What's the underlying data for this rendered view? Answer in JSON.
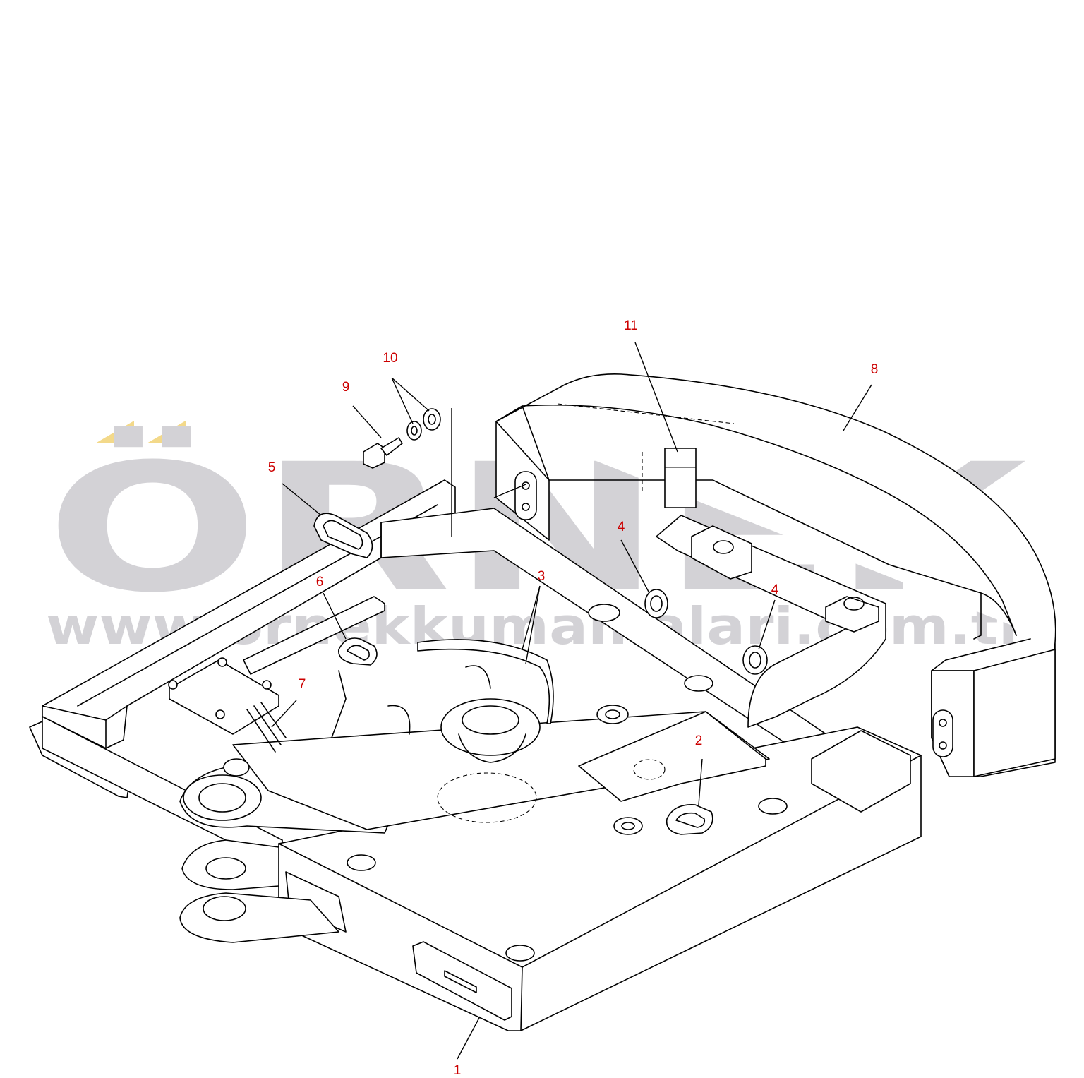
{
  "colors": {
    "callout": "#cc0000",
    "watermark_gray": "#d3d2d6",
    "watermark_accent": "#f3d98a",
    "line": "#000000",
    "background": "#ffffff"
  },
  "watermark": {
    "logo_text": "ÖRNEK",
    "url_text": "www.ornekkumamalari.com.tr"
  },
  "callouts": [
    {
      "id": "c1",
      "label": "1"
    },
    {
      "id": "c2",
      "label": "2"
    },
    {
      "id": "c3",
      "label": "3"
    },
    {
      "id": "c4a",
      "label": "4"
    },
    {
      "id": "c4b",
      "label": "4"
    },
    {
      "id": "c5",
      "label": "5"
    },
    {
      "id": "c6",
      "label": "6"
    },
    {
      "id": "c7",
      "label": "7"
    },
    {
      "id": "c8",
      "label": "8"
    },
    {
      "id": "c9",
      "label": "9"
    },
    {
      "id": "c10",
      "label": "10"
    },
    {
      "id": "c11",
      "label": "11"
    }
  ]
}
